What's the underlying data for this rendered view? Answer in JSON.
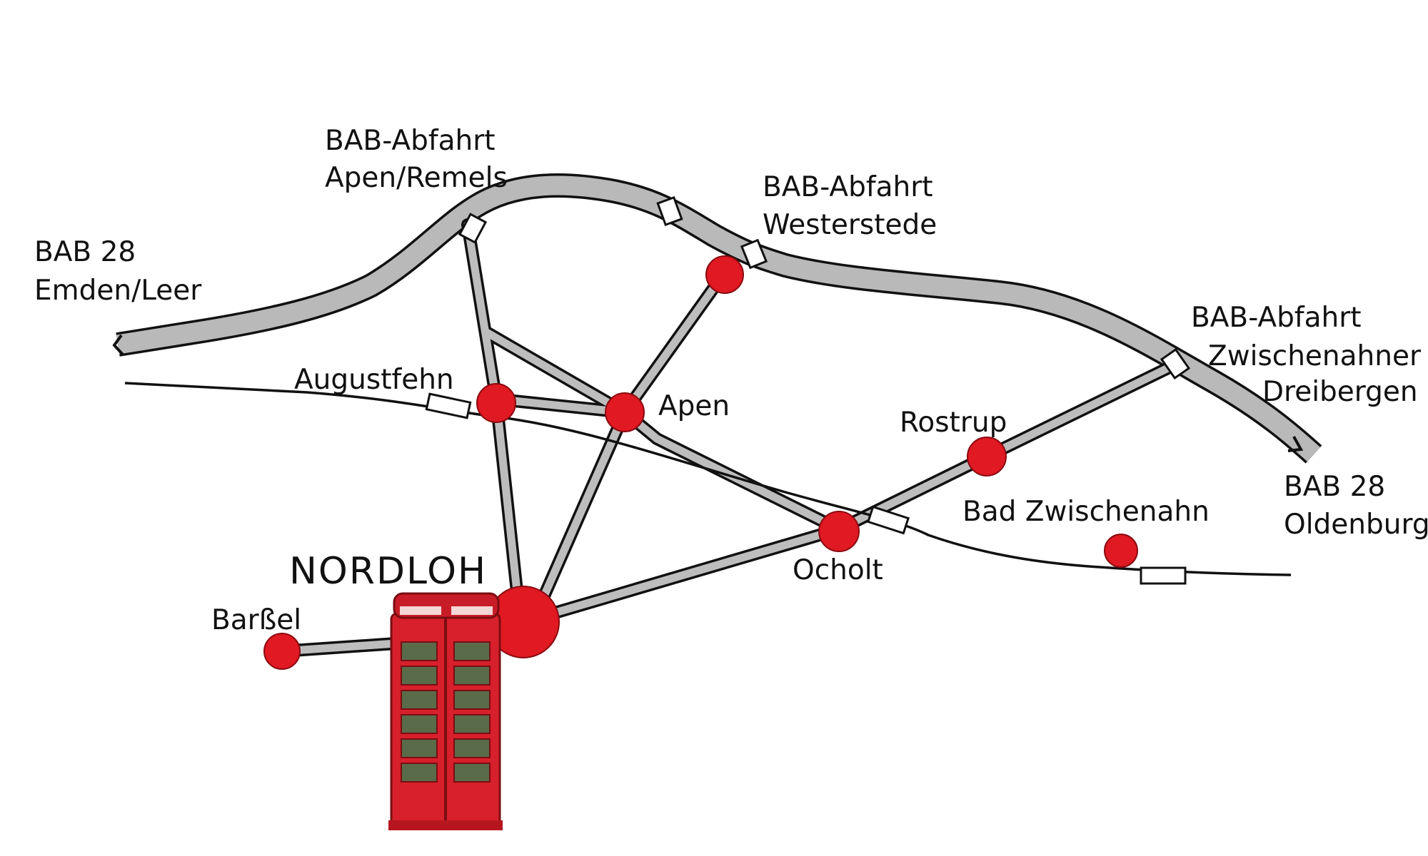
{
  "map": {
    "colors": {
      "background": "#ffffff",
      "motorway_fill": "#b9b9b9",
      "road_fill": "#bdbdbd",
      "outline": "#111111",
      "town_marker": "#e01922",
      "phone_box": "#d7202c"
    },
    "labels": {
      "bab28_west_line1": "BAB 28",
      "bab28_west_line2": "Emden/Leer",
      "exit_apen_line1": "BAB-Abfahrt",
      "exit_apen_line2": "Apen/Remels",
      "exit_westerstede_line1": "BAB-Abfahrt",
      "exit_westerstede_line2": "Westerstede",
      "exit_zwischenahn_line1": "BAB-Abfahrt",
      "exit_zwischenahn_line2": "Zwischenahner",
      "exit_zwischenahn_line3": "Dreibergen",
      "bab28_east_line1": "BAB 28",
      "bab28_east_line2": "Oldenburg",
      "augustfehn": "Augustfehn",
      "apen": "Apen",
      "rostrup": "Rostrup",
      "bad_zwischenahn": "Bad Zwischenahn",
      "ocholt": "Ocholt",
      "nordloh": "NORDLOH",
      "barssel": "Barßel"
    },
    "icons": {
      "phone_box": "red-telephone-box-icon",
      "town": "red-dot-marker-icon",
      "railway_station": "station-box-icon"
    }
  }
}
